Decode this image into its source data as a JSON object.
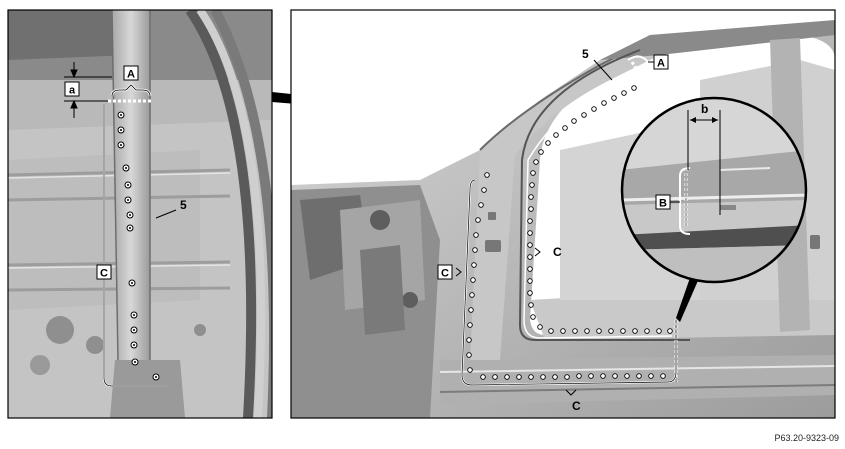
{
  "labels": {
    "part_number": "5",
    "section_a": "A",
    "section_b": "B",
    "section_c": "C",
    "dimension_a": "a",
    "dimension_b": "b"
  },
  "doc_id": "P63.20-9323-09"
}
